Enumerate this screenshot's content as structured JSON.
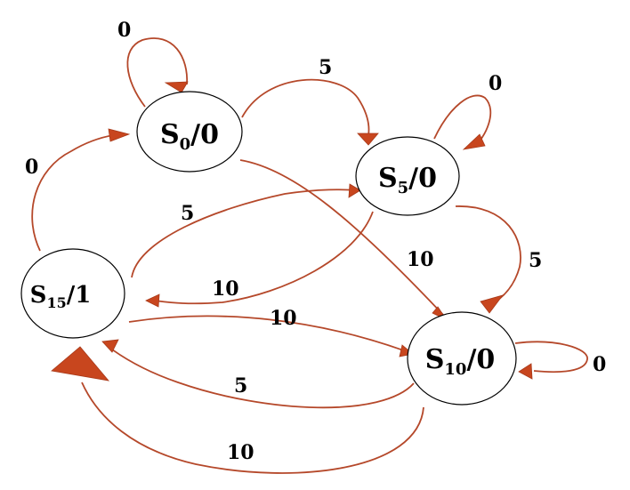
{
  "states": {
    "s0": {
      "name": "S",
      "sub": "0",
      "output": "/0"
    },
    "s5": {
      "name": "S",
      "sub": "5",
      "output": "/0"
    },
    "s10": {
      "name": "S",
      "sub": "10",
      "output": "/0"
    },
    "s15": {
      "name": "S",
      "sub": "15",
      "output": "/1"
    }
  },
  "transitions": {
    "s0_self": "0",
    "s0_to_s5": "5",
    "s0_to_s10": "10",
    "s5_self": "0",
    "s5_to_s10": "5",
    "s5_to_s15": "10",
    "s10_self": "0",
    "s10_to_s15_via5": "5",
    "s10_to_s15_via10": "10",
    "s15_to_s0": "0",
    "s15_to_s5": "5",
    "s15_to_s10": "10"
  },
  "colors": {
    "edge": "#B5482A",
    "arrowhead": "#C8461E",
    "text": "#000000"
  }
}
